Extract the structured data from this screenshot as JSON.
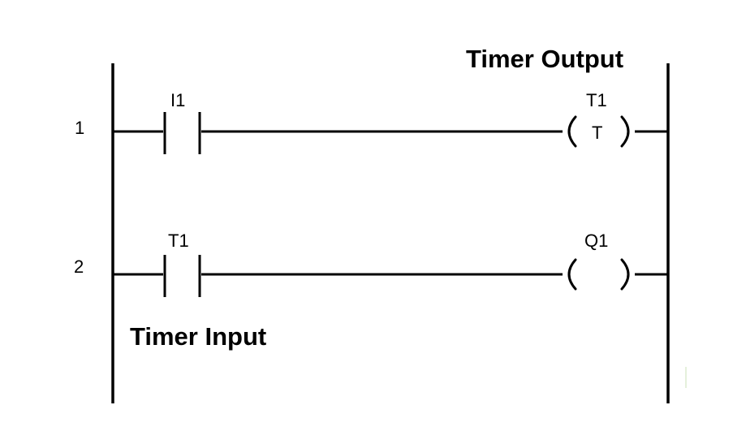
{
  "titles": {
    "timer_output": "Timer Output",
    "timer_input": "Timer Input"
  },
  "rungs": [
    {
      "number": "1",
      "contact_label": "I1",
      "coil_label": "T1",
      "coil_inner": "T"
    },
    {
      "number": "2",
      "contact_label": "T1",
      "coil_label": "Q1",
      "coil_inner": ""
    }
  ]
}
